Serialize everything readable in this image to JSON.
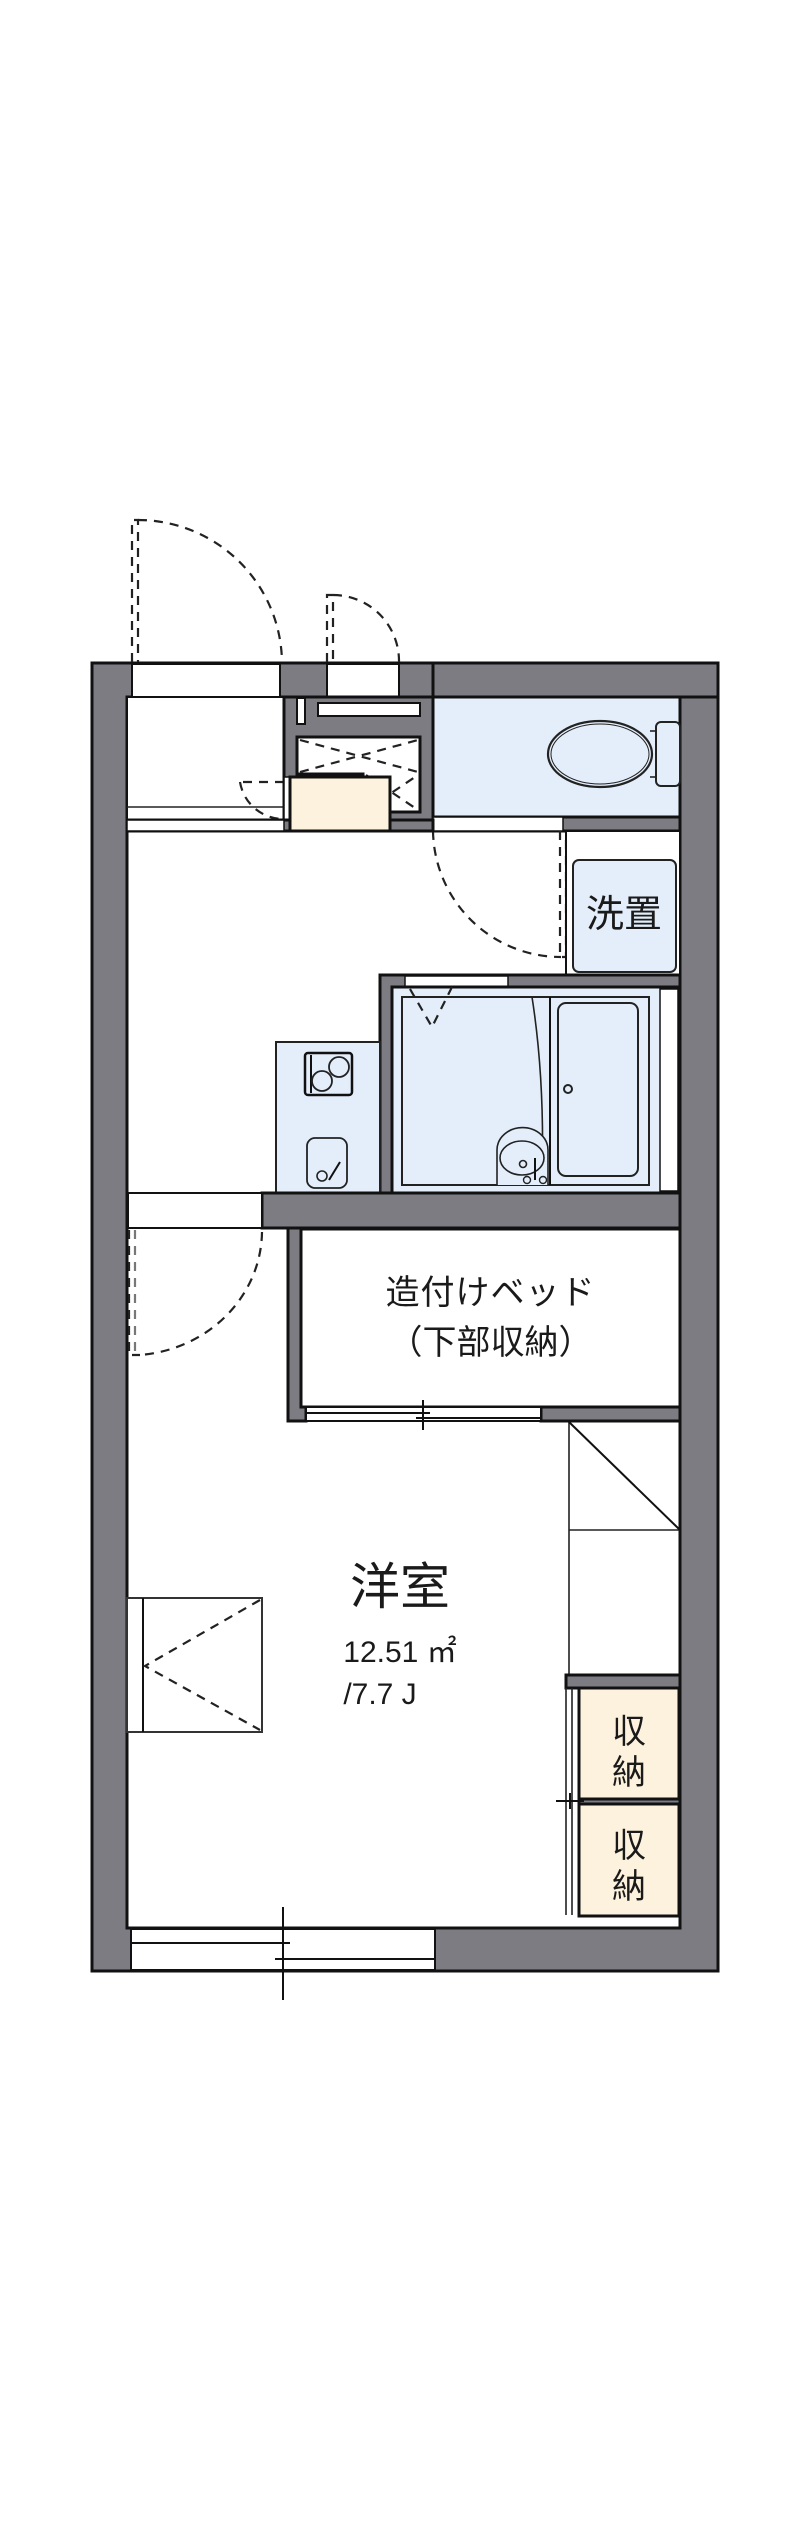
{
  "floor_plan": {
    "rooms": {
      "western_room": {
        "name": "洋室",
        "area_sqm": "12.51 ㎡",
        "area_jo": "/7.7 J"
      },
      "built_in_bed": {
        "line1": "造付けベッド",
        "line2": "（下部収納）"
      },
      "washer_space": {
        "label": "洗置"
      },
      "storage_upper": {
        "label": "収\n納"
      },
      "storage_lower": {
        "label": "収\n納"
      }
    },
    "fixtures": [
      "toilet",
      "unit-bath",
      "bathtub",
      "wash-basin",
      "kitchen-counter",
      "stove-2-burner",
      "kitchen-sink",
      "loft-ladder",
      "shoe-cabinet",
      "window-sliding"
    ],
    "colors": {
      "wall": "#7d7c82",
      "wet_area": "#e4eefb",
      "storage": "#fdf2de",
      "outline": "#111111",
      "floor": "#ffffff"
    }
  }
}
